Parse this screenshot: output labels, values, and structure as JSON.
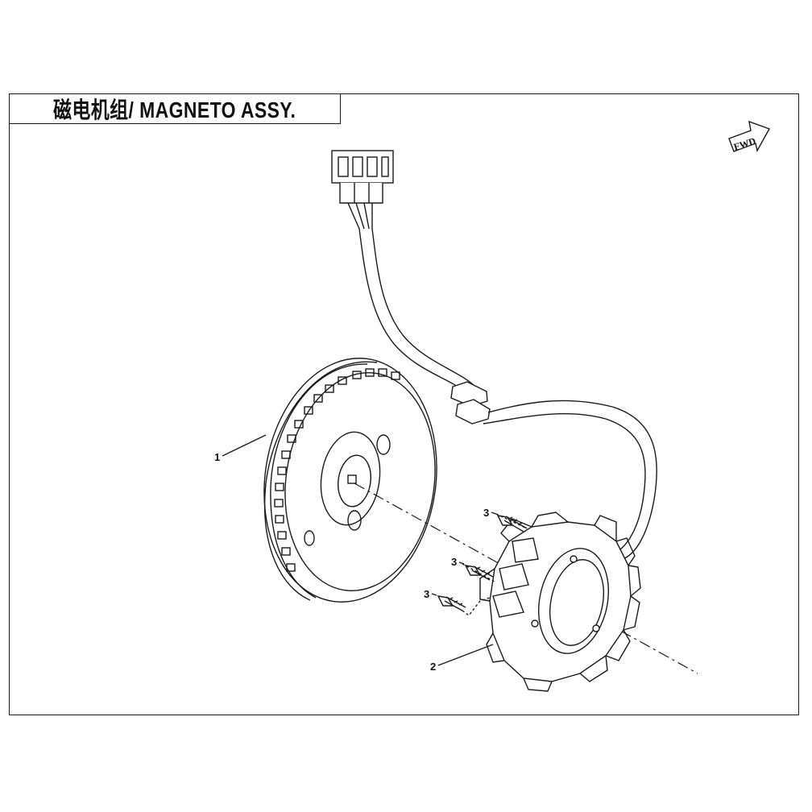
{
  "title": "磁电机组/ MAGNETO ASSY.",
  "fwd_label": "FWD",
  "callouts": {
    "flywheel": "1",
    "stator": "2",
    "bolt_top": "3",
    "bolt_mid": "3",
    "bolt_bottom": "3"
  }
}
